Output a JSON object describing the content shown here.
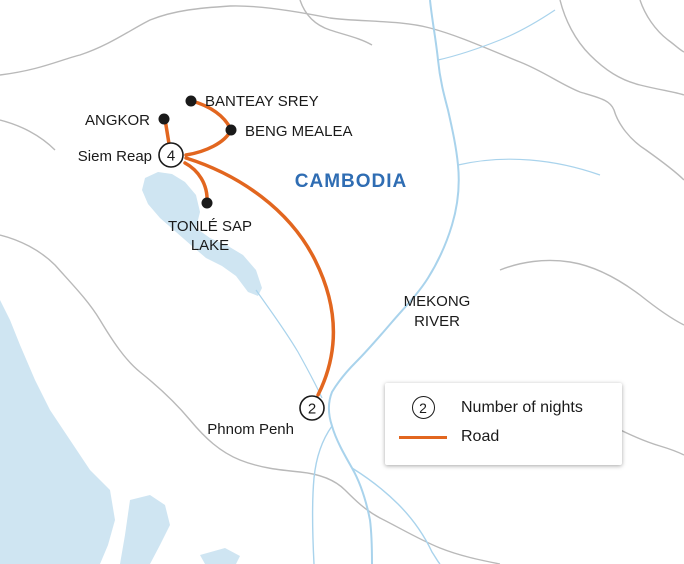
{
  "map": {
    "country_label": "CAMBODIA",
    "river_label_line1": "MEKONG",
    "river_label_line2": "RIVER",
    "lake_label_line1": "TONLÉ SAP",
    "lake_label_line2": "LAKE",
    "places": [
      {
        "id": "angkor",
        "label": "ANGKOR"
      },
      {
        "id": "banteay-srey",
        "label": "BANTEAY SREY"
      },
      {
        "id": "beng-mealea",
        "label": "BENG MEALEA"
      },
      {
        "id": "siem-reap",
        "label": "Siem Reap",
        "nights": "4"
      },
      {
        "id": "tonle-sap",
        "label": "TONLÉ SAP LAKE"
      },
      {
        "id": "phnom-penh",
        "label": "Phnom Penh",
        "nights": "2"
      }
    ]
  },
  "legend": {
    "nights_symbol": "2",
    "nights_label": "Number of nights",
    "road_label": "Road"
  },
  "colors": {
    "route": "#e2661f",
    "water": "#cfe5f2",
    "river": "#a9d3ec",
    "border": "#b9b9b9",
    "country_label": "#2f6db3",
    "text": "#1a1a1a"
  }
}
